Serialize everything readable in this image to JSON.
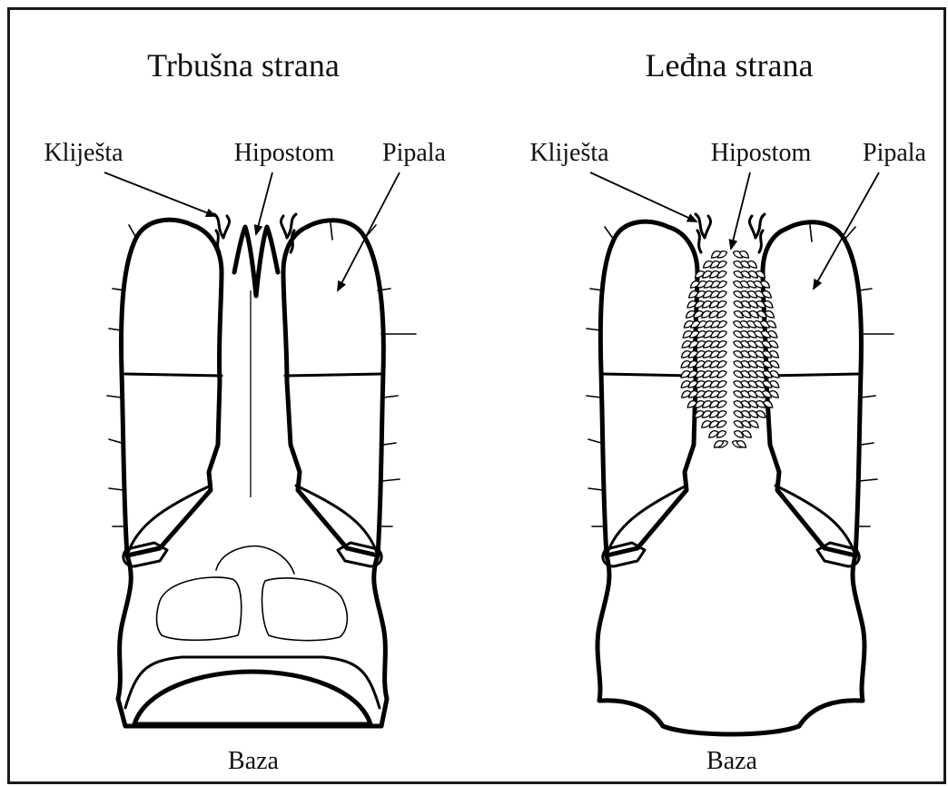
{
  "panels": [
    {
      "title": "Trbušna strana",
      "labels": {
        "left": "Kliješta",
        "center": "Hipostom",
        "right": "Pipala"
      },
      "base": "Baza"
    },
    {
      "title": "Leđna strana",
      "labels": {
        "left": "Kliješta",
        "center": "Hipostom",
        "right": "Pipala"
      },
      "base": "Baza"
    }
  ]
}
